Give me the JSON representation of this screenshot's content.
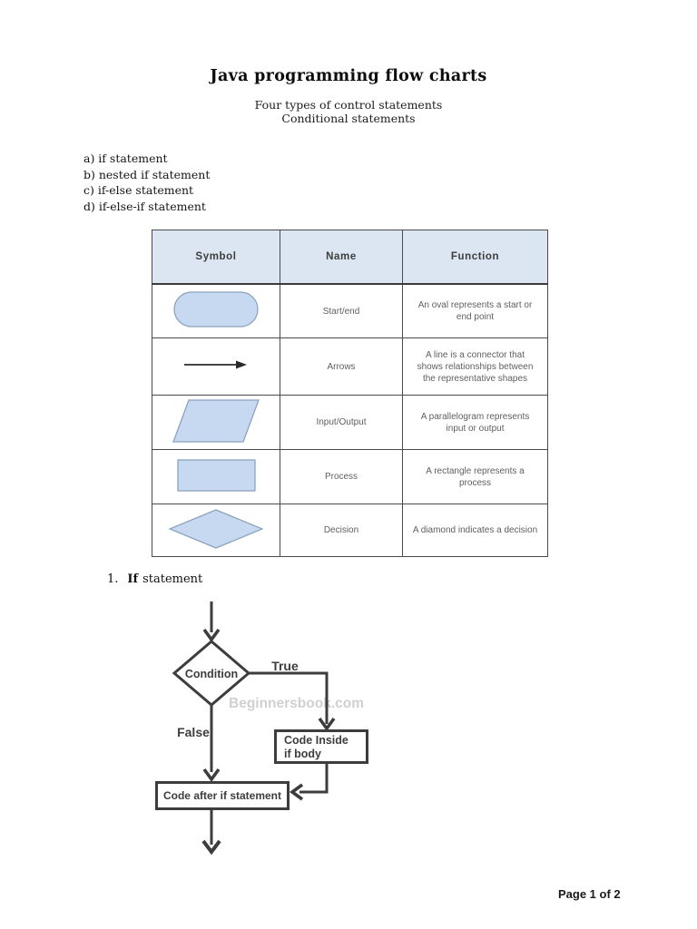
{
  "document": {
    "title": "Java programming flow charts",
    "subtitle_line1": "Four types of control statements",
    "subtitle_line2": "Conditional statements",
    "list_items": [
      "a) if statement",
      "b) nested if statement",
      "c) if-else statement",
      "d) if-else-if statement"
    ],
    "section": {
      "number": "1.",
      "keyword": "If",
      "rest": "statement"
    },
    "footer_page_label": "Page 1 of 2"
  },
  "symbol_table": {
    "headers": [
      "Symbol",
      "Name",
      "Function"
    ],
    "rows": [
      {
        "symbol_icon": "oval-shape",
        "name": "Start/end",
        "function": "An oval represents a start or end point"
      },
      {
        "symbol_icon": "arrow-shape",
        "name": "Arrows",
        "function": "A line is a connector that shows relationships between the representative shapes"
      },
      {
        "symbol_icon": "parallelogram-shape",
        "name": "Input/Output",
        "function": "A parallelogram represents input or output"
      },
      {
        "symbol_icon": "rectangle-shape",
        "name": "Process",
        "function": "A rectangle represents a process"
      },
      {
        "symbol_icon": "diamond-shape",
        "name": "Decision",
        "function": "A diamond indicates a decision"
      }
    ]
  },
  "flowchart": {
    "condition_label": "Condition",
    "true_label": "True",
    "false_label": "False",
    "code_inside_line1": "Code Inside",
    "code_inside_line2": "if body",
    "code_after_label": "Code after if statement",
    "watermark": "Beginnersbook.com"
  },
  "colors": {
    "table_header_bg": "#dce6f2",
    "shape_fill": "#c6d9f0",
    "shape_stroke": "#8ca3bd",
    "table_border": "#4a4a4a",
    "cell_text": "#5f5f5f",
    "flow_stroke": "#3d3d3d",
    "watermark_gray": "#cbcbcb"
  }
}
